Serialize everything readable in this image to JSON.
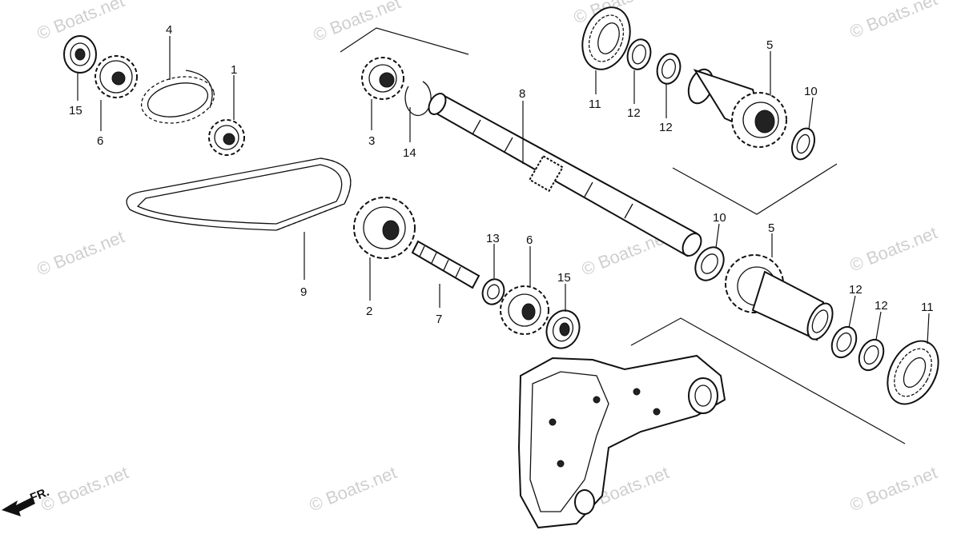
{
  "diagram": {
    "callouts": [
      "15",
      "6",
      "4",
      "1",
      "3",
      "14",
      "8",
      "11",
      "12",
      "12",
      "5",
      "10",
      "9",
      "2",
      "7",
      "13",
      "6",
      "15",
      "10",
      "5",
      "12",
      "12",
      "11"
    ],
    "direction_label": "FR.",
    "watermark_text": "© Boats.net",
    "colors": {
      "ink": "#111111",
      "watermark": "#cfcfcf",
      "paper": "#ffffff"
    }
  }
}
